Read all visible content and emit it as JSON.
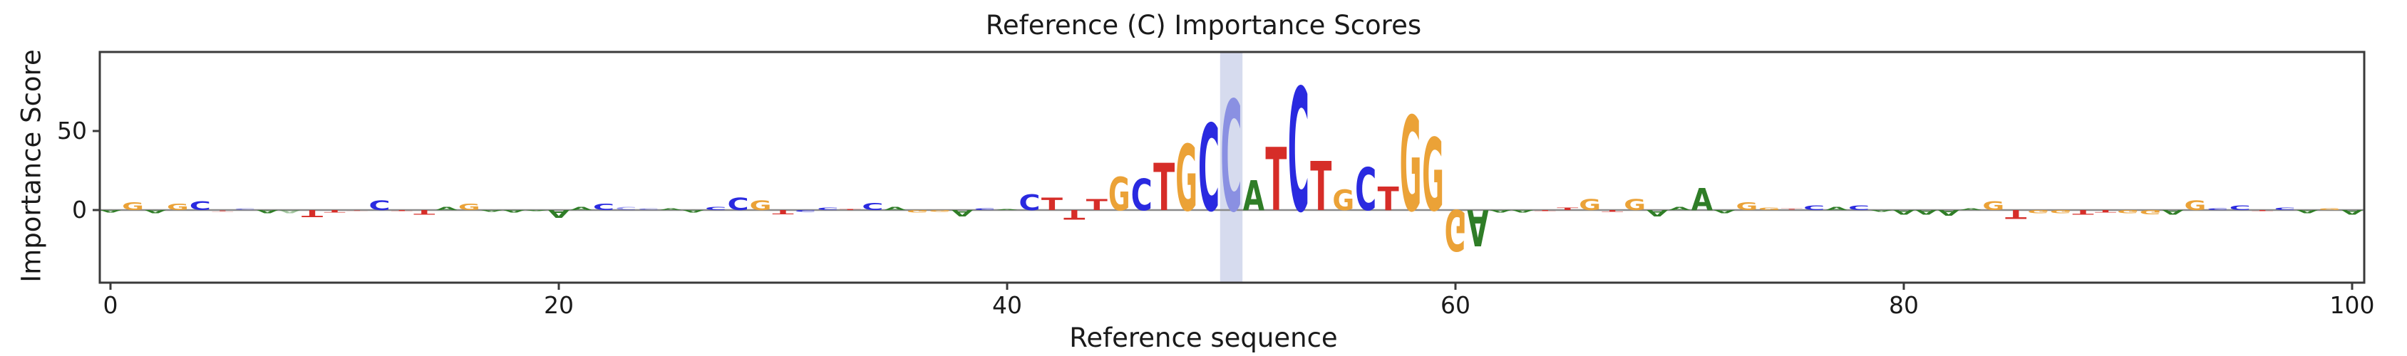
{
  "figure": {
    "title": "Reference (C) Importance Scores",
    "xlabel": "Reference sequence",
    "ylabel": "Importance Score"
  },
  "chart_data": {
    "type": "sequence_logo",
    "title": "Reference (C) Importance Scores",
    "xlabel": "Reference sequence",
    "ylabel": "Importance Score",
    "xticks": [
      0,
      20,
      40,
      60,
      80,
      100
    ],
    "yticks": [
      0,
      50
    ],
    "xlim": [
      -0.5,
      100.6
    ],
    "ylim": [
      -46,
      100.5
    ],
    "grid": false,
    "legend": "none",
    "base_colors": {
      "A": "#2f7d27",
      "C": "#2a2ae0",
      "G": "#eba237",
      "T": "#d62d28"
    },
    "highlight": {
      "start": 49.5,
      "end": 50.5,
      "color": "#d6dbee",
      "note": "highlighted reference position 50"
    },
    "highlight_letter_color": "#8a90e2",
    "positions": [
      {
        "p": 0,
        "b": "A",
        "v": -1.5
      },
      {
        "p": 1,
        "b": "G",
        "v": 5
      },
      {
        "p": 2,
        "b": "A",
        "v": -2
      },
      {
        "p": 3,
        "b": "G",
        "v": 4
      },
      {
        "p": 4,
        "b": "C",
        "v": 5.5
      },
      {
        "p": 5,
        "b": "T",
        "v": -1,
        "faded": true
      },
      {
        "p": 6,
        "b": "C",
        "v": 1,
        "faded": true
      },
      {
        "p": 7,
        "b": "A",
        "v": -2
      },
      {
        "p": 8,
        "b": "A",
        "v": -2,
        "faded": true
      },
      {
        "p": 9,
        "b": "T",
        "v": -4.5
      },
      {
        "p": 10,
        "b": "T",
        "v": -1.5
      },
      {
        "p": 11,
        "b": "T",
        "v": -0.5,
        "faded": true
      },
      {
        "p": 12,
        "b": "C",
        "v": 6
      },
      {
        "p": 13,
        "b": "T",
        "v": -0.5
      },
      {
        "p": 14,
        "b": "T",
        "v": -3
      },
      {
        "p": 15,
        "b": "A",
        "v": 2
      },
      {
        "p": 16,
        "b": "G",
        "v": 4
      },
      {
        "p": 17,
        "b": "A",
        "v": -1
      },
      {
        "p": 18,
        "b": "A",
        "v": -1.5
      },
      {
        "p": 19,
        "b": "A",
        "v": -0.5
      },
      {
        "p": 20,
        "b": "A",
        "v": -5
      },
      {
        "p": 21,
        "b": "A",
        "v": 2
      },
      {
        "p": 22,
        "b": "C",
        "v": 4
      },
      {
        "p": 23,
        "b": "C",
        "v": 2,
        "faded": true
      },
      {
        "p": 24,
        "b": "C",
        "v": 1,
        "faded": true
      },
      {
        "p": 25,
        "b": "A",
        "v": 1
      },
      {
        "p": 26,
        "b": "A",
        "v": -1.5
      },
      {
        "p": 27,
        "b": "C",
        "v": 2
      },
      {
        "p": 28,
        "b": "C",
        "v": 8
      },
      {
        "p": 29,
        "b": "G",
        "v": 6
      },
      {
        "p": 30,
        "b": "T",
        "v": -2.5
      },
      {
        "p": 31,
        "b": "C",
        "v": -1
      },
      {
        "p": 32,
        "b": "C",
        "v": 1.5
      },
      {
        "p": 33,
        "b": "T",
        "v": 0.5
      },
      {
        "p": 34,
        "b": "C",
        "v": 4.5
      },
      {
        "p": 35,
        "b": "A",
        "v": 2
      },
      {
        "p": 36,
        "b": "G",
        "v": -1.5
      },
      {
        "p": 37,
        "b": "G",
        "v": -1
      },
      {
        "p": 38,
        "b": "A",
        "v": -4
      },
      {
        "p": 39,
        "b": "C",
        "v": 1
      },
      {
        "p": 40,
        "b": "A",
        "v": 0.5
      },
      {
        "p": 41,
        "b": "C",
        "v": 10
      },
      {
        "p": 42,
        "b": "T",
        "v": 8
      },
      {
        "p": 43,
        "b": "T",
        "v": -6
      },
      {
        "p": 44,
        "b": "T",
        "v": 7
      },
      {
        "p": 45,
        "b": "G",
        "v": 21
      },
      {
        "p": 46,
        "b": "C",
        "v": 20
      },
      {
        "p": 47,
        "b": "T",
        "v": 30
      },
      {
        "p": 48,
        "b": "G",
        "v": 42
      },
      {
        "p": 49,
        "b": "C",
        "v": 55
      },
      {
        "p": 50,
        "b": "C",
        "v": 70,
        "highlighted": true
      },
      {
        "p": 51,
        "b": "A",
        "v": 19
      },
      {
        "p": 52,
        "b": "T",
        "v": 40
      },
      {
        "p": 53,
        "b": "C",
        "v": 78
      },
      {
        "p": 54,
        "b": "T",
        "v": 31
      },
      {
        "p": 55,
        "b": "G",
        "v": 13
      },
      {
        "p": 56,
        "b": "C",
        "v": 27
      },
      {
        "p": 57,
        "b": "T",
        "v": 15
      },
      {
        "p": 58,
        "b": "G",
        "v": 60
      },
      {
        "p": 59,
        "b": "G",
        "v": 46
      },
      {
        "p": 60,
        "b": "G",
        "v": -26
      },
      {
        "p": 61,
        "b": "A",
        "v": -23
      },
      {
        "p": 62,
        "b": "A",
        "v": -1.5
      },
      {
        "p": 63,
        "b": "A",
        "v": -1.5
      },
      {
        "p": 64,
        "b": "T",
        "v": -0.5
      },
      {
        "p": 65,
        "b": "T",
        "v": 1.5
      },
      {
        "p": 66,
        "b": "G",
        "v": 7
      },
      {
        "p": 67,
        "b": "T",
        "v": -1
      },
      {
        "p": 68,
        "b": "G",
        "v": 7
      },
      {
        "p": 69,
        "b": "A",
        "v": -4
      },
      {
        "p": 70,
        "b": "A",
        "v": 2
      },
      {
        "p": 71,
        "b": "A",
        "v": 14
      },
      {
        "p": 72,
        "b": "A",
        "v": -2
      },
      {
        "p": 73,
        "b": "G",
        "v": 5
      },
      {
        "p": 74,
        "b": "G",
        "v": 1.5
      },
      {
        "p": 75,
        "b": "T",
        "v": 1,
        "faded": true
      },
      {
        "p": 76,
        "b": "C",
        "v": 3
      },
      {
        "p": 77,
        "b": "A",
        "v": 2
      },
      {
        "p": 78,
        "b": "C",
        "v": 3
      },
      {
        "p": 79,
        "b": "A",
        "v": -1
      },
      {
        "p": 80,
        "b": "A",
        "v": -3
      },
      {
        "p": 81,
        "b": "A",
        "v": -3
      },
      {
        "p": 82,
        "b": "A",
        "v": -3.5
      },
      {
        "p": 83,
        "b": "A",
        "v": 1
      },
      {
        "p": 84,
        "b": "G",
        "v": 5.5
      },
      {
        "p": 85,
        "b": "T",
        "v": -5.5
      },
      {
        "p": 86,
        "b": "G",
        "v": -2
      },
      {
        "p": 87,
        "b": "G",
        "v": -2
      },
      {
        "p": 88,
        "b": "T",
        "v": -3
      },
      {
        "p": 89,
        "b": "T",
        "v": -1.5
      },
      {
        "p": 90,
        "b": "G",
        "v": -2
      },
      {
        "p": 91,
        "b": "G",
        "v": -2.5
      },
      {
        "p": 92,
        "b": "A",
        "v": -3
      },
      {
        "p": 93,
        "b": "G",
        "v": 6
      },
      {
        "p": 94,
        "b": "C",
        "v": 1
      },
      {
        "p": 95,
        "b": "C",
        "v": 3
      },
      {
        "p": 96,
        "b": "T",
        "v": -0.5
      },
      {
        "p": 97,
        "b": "C",
        "v": 1.5
      },
      {
        "p": 98,
        "b": "A",
        "v": -2
      },
      {
        "p": 99,
        "b": "G",
        "v": 1
      },
      {
        "p": 100,
        "b": "A",
        "v": -3
      }
    ]
  }
}
